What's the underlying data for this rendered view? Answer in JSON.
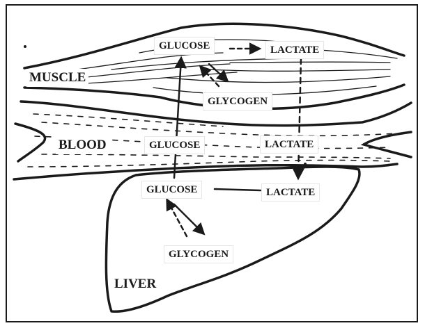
{
  "regions": {
    "muscle": "MUSCLE",
    "blood": "BLOOD",
    "liver": "LIVER"
  },
  "muscle": {
    "glucose": "GLUCOSE",
    "lactate": "LACTATE",
    "glycogen": "GLYCOGEN"
  },
  "blood": {
    "glucose": "GLUCOSE",
    "lactate": "LACTATE"
  },
  "liver": {
    "glucose": "GLUCOSE",
    "lactate": "LACTATE",
    "glycogen": "GLYCOGEN"
  },
  "colors": {
    "ink": "#1a1a1a",
    "paper": "#ffffff"
  }
}
